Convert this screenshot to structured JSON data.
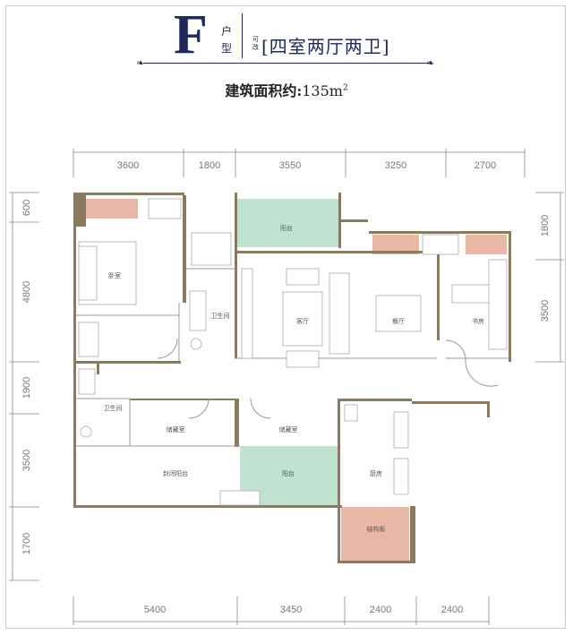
{
  "header": {
    "letter": "F",
    "hux_1": "户",
    "hux_2": "型",
    "kg_1": "可",
    "kg_2": "改",
    "type": "[四室两厅两卫]",
    "area_label": "建筑面积约:",
    "area_value": "135m",
    "area_sup": "2"
  },
  "dimensions": {
    "top": [
      "3600",
      "1800",
      "3550",
      "3250",
      "2700"
    ],
    "bottom": [
      "5400",
      "3450",
      "2400",
      "2400"
    ],
    "left": [
      "600",
      "4800",
      "1900",
      "3500",
      "1700"
    ],
    "right": [
      "1800",
      "3500"
    ]
  },
  "rooms": {
    "master_bedroom": "卧室",
    "bath_1": "卫生间",
    "bath_2": "卫生间",
    "living": "客厅",
    "dining": "餐厅",
    "study": "书房",
    "balcony_top": "阳台",
    "storage_1": "储藏室",
    "storage_2": "储藏室",
    "enclosed_balcony": "封闭阳台",
    "balcony_bottom": "阳台",
    "kitchen": "厨房",
    "structural_slab": "结构板"
  },
  "colors": {
    "balcony": "#bfe3d0",
    "slab": "#e8b7a6",
    "wall": "#8a7a60",
    "header_text": "#1f2a5a"
  }
}
